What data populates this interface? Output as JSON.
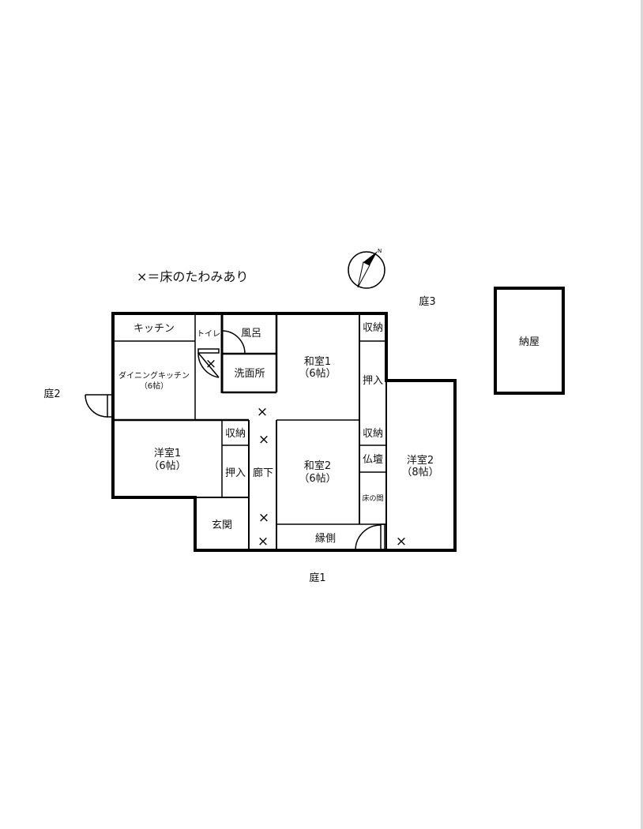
{
  "legend": "×＝床のたわみあり",
  "gardens": {
    "g1": "庭1",
    "g2": "庭2",
    "g3": "庭3"
  },
  "rooms": {
    "kitchen": "キッチン",
    "toilet": "トイレ",
    "bath": "風呂",
    "washroom": "洗面所",
    "dining": "ダイニングキッチン",
    "dining_size": "（6帖）",
    "washitsu1": "和室1",
    "washitsu1_size": "（6帖）",
    "storage1": "収納",
    "oshiire1": "押入",
    "youshitsu1": "洋室1",
    "youshitsu1_size": "（6帖）",
    "storage2": "収納",
    "oshiire2": "押入",
    "corridor": "廊下",
    "washitsu2": "和室2",
    "washitsu2_size": "（6帖）",
    "storage3": "収納",
    "butsudan": "仏壇",
    "tokonoma": "床の間",
    "entrance": "玄関",
    "engawa": "縁側",
    "youshitsu2": "洋室2",
    "youshitsu2_size": "（8帖）",
    "shed": "納屋"
  },
  "compass": {
    "north_label": "N"
  },
  "marks": {
    "sag": "×"
  }
}
